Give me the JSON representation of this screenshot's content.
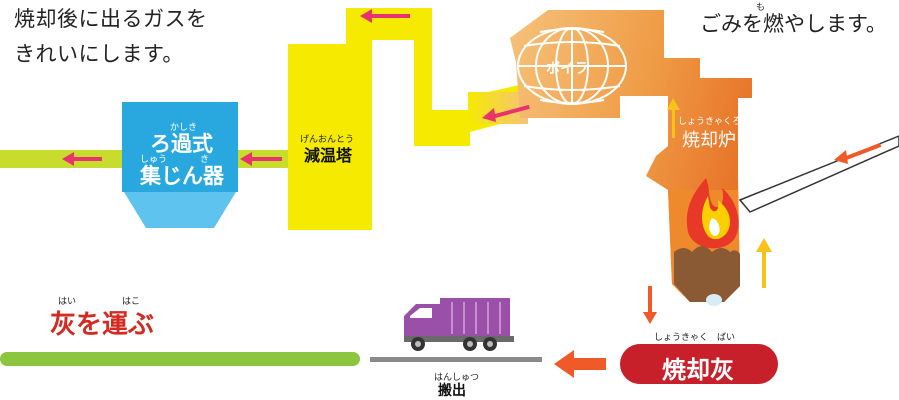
{
  "top_left_text": {
    "line1": "焼却後に出るガスを",
    "line2": "きれいにします。"
  },
  "top_right_text": {
    "text": "ごみを燃やします。",
    "ruby_mo": "も"
  },
  "filter": {
    "ruby_kashiki": "かしき",
    "line1": "ろ過式",
    "ruby_shuu": "しゅう",
    "ruby_ki": "き",
    "line2": "集じん器"
  },
  "cooling_tower": {
    "ruby": "げんおんとう",
    "label": "減温塔"
  },
  "boiler": {
    "label": "ボイラ"
  },
  "furnace": {
    "ruby": "しょうきゃくろ",
    "label": "焼却炉"
  },
  "ash": {
    "ruby": "しょうきゃく　ばい",
    "label": "焼却灰"
  },
  "carry_ash": {
    "ruby_hai": "はい",
    "ruby_hako": "はこ",
    "label": "灰を運ぶ"
  },
  "haulout": {
    "ruby": "はんしゅつ",
    "label": "搬出"
  },
  "colors": {
    "tower_yellow": "#f5ea00",
    "pipe_green": "#c8dc2e",
    "filter_blue": "#29a8e0",
    "furnace_orange": "#ef8a2c",
    "ash_red": "#c8202a",
    "arrow_magenta": "#e8336e",
    "truck_purple": "#9a4fa8",
    "ground_green": "#8cc63f"
  }
}
